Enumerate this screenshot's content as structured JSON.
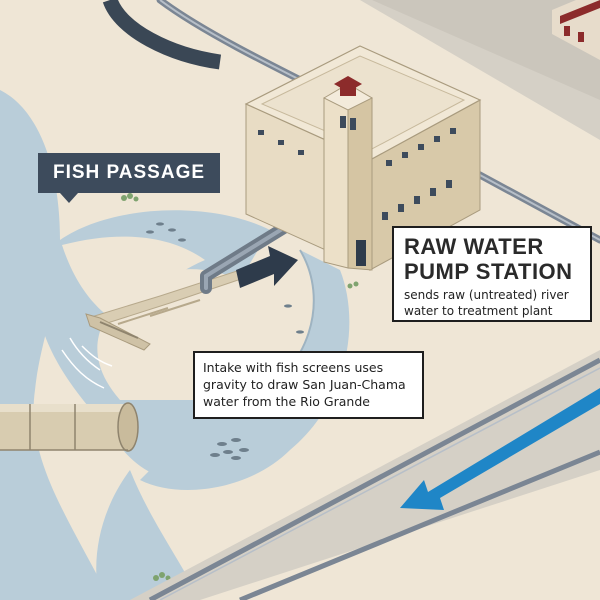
{
  "labels": {
    "fish_passage": "FISH PASSAGE",
    "pump_station_title_line1": "RAW WATER",
    "pump_station_title_line2": "PUMP STATION",
    "pump_station_desc": "sends raw (untreated) river water to treatment plant",
    "intake_desc": "Intake with fish screens uses gravity to draw San Juan-Chama water from the Rio Grande"
  },
  "colors": {
    "ground": "#efe6d6",
    "water": "#b9cdd9",
    "building": "#e8dcc4",
    "flag": "#3d4b5c",
    "flow_arrow_blue": "#1f86c7",
    "flow_arrow_dark": "#2e3b4b"
  }
}
